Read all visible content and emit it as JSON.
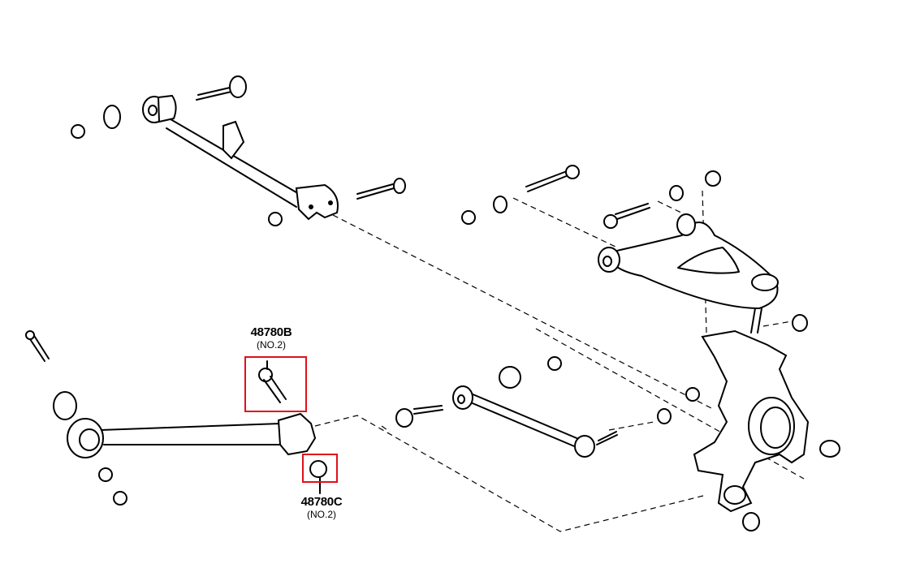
{
  "diagram": {
    "title": "Rear suspension exploded parts diagram",
    "highlight_color": "#e0101a",
    "callouts": [
      {
        "part_number": "48780B",
        "note": "(NO.2)",
        "description": "bolt"
      },
      {
        "part_number": "48780C",
        "note": "(NO.2)",
        "description": "bushing/nut"
      }
    ],
    "components": [
      "upper-left-link-arm",
      "upper-control-arm",
      "toe-control-rod",
      "lower-arm-no2",
      "steering-knuckle-carrier"
    ]
  }
}
